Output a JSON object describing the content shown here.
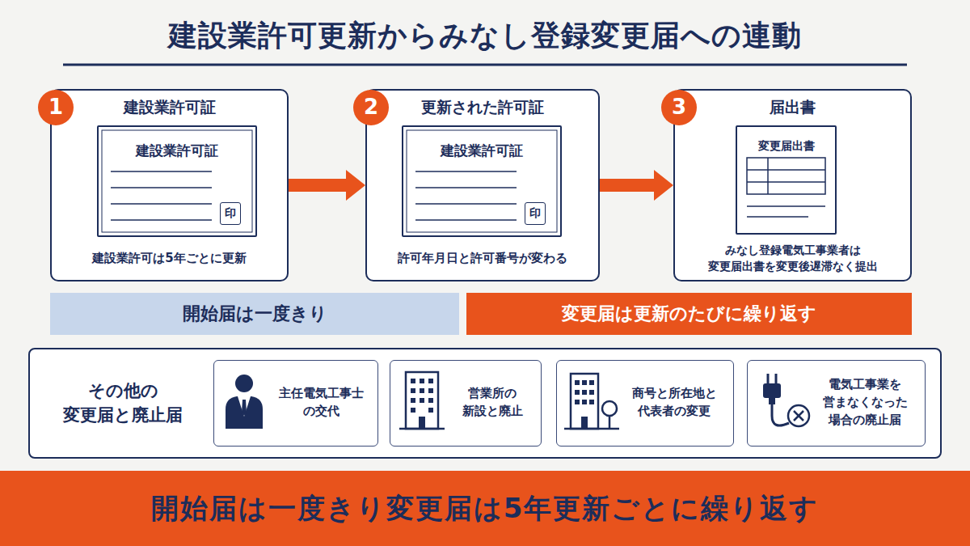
{
  "diagram": {
    "title": "建設業許可更新からみなし登録変更届への連動",
    "nodes": [
      {
        "text": [
          "建設業許可証",
          "建設業許可は5年ごとに更新"
        ]
      },
      {
        "text": [
          "1"
        ],
        "in": 0
      },
      {
        "text": [
          "建設業許可証"
        ],
        "in": 0
      },
      {
        "text": [
          "印"
        ],
        "in": 2
      },
      {
        "text": [
          "更新された許可証",
          "許可年月日と許可番号が変わる"
        ]
      },
      {
        "text": [
          "2"
        ],
        "in": 4
      },
      {
        "text": [
          "建設業許可証"
        ],
        "in": 4
      },
      {
        "text": [
          "印"
        ],
        "in": 6
      },
      {
        "text": [
          "届出書",
          "みなし登録電気工事業者は 変更届出書を変更後遅滞なく提出"
        ]
      },
      {
        "text": [
          "3"
        ],
        "in": 8
      },
      {
        "text": [
          "変更届出書"
        ],
        "in": 8
      },
      {
        "text": [
          "開始届は一度きり"
        ]
      },
      {
        "text": [
          "変更届は更新のたびに繰り返す"
        ]
      },
      {
        "text": [
          "その他の 変更届と廃止届"
        ]
      },
      {
        "text": [
          "主任電気工事士 の交代"
        ],
        "in": 13
      },
      {
        "text": [
          "営業所の 新設と廃止"
        ],
        "in": 13
      },
      {
        "text": [
          "商号と所在地と 代表者の変更"
        ],
        "in": 13
      },
      {
        "text": [
          "電気工事業を 営まなくなった 場合の廃止届"
        ],
        "in": 13
      },
      {
        "text": [
          "開始届は一度きり変更届は5年更新ごとに繰り返す"
        ]
      }
    ],
    "edges": [
      {
        "from": 0,
        "to": 4,
        "arrow": "to"
      },
      {
        "from": 4,
        "to": 8,
        "arrow": "to"
      }
    ]
  }
}
